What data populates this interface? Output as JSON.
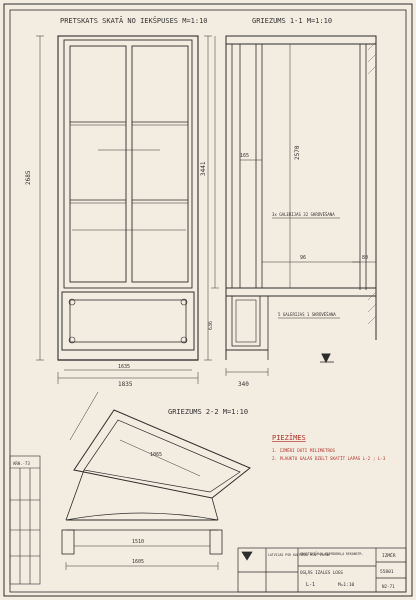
{
  "titles": {
    "elevation": "PRETSKATS SKATĀ NO IEKŠPUSES M=1:10",
    "section_1": "GRIEZUMS 1-1 M=1:10",
    "section_2": "GRIEZUMS 2-2 M=1:10"
  },
  "notes": {
    "heading": "PIEZĪMES",
    "line1": "1. IZMĒRI DOTI MILIMETROS",
    "line2": "2. PLAUKTU GALAS DZELT SKATĪT LAPAS L-2 ; L-3"
  },
  "callouts": {
    "c1": "3x GALERIJAS 32 SKRŪVĒŠANA",
    "c2": "5 GALERIJAS 1 SKRŪVĒŠANA"
  },
  "dims": {
    "width_total": "1835",
    "width_lower": "1635",
    "height_total": "3441",
    "height_upper": "2685",
    "height_panel": "636",
    "sect_height": "2570",
    "sect_w1": "340",
    "sect_w2": "96",
    "sect_w3": "165",
    "sect_w4": "80",
    "s2_a": "1065",
    "s2_b": "1605",
    "s2_c": "1510"
  },
  "stamp": {
    "org": "LATVIJAS PSR KULTŪRAS MIN. ZRPNB",
    "project": "ARHITEKTŪRAS PIEMINEKĻA REKONSTR.",
    "sheet_title": "OGĻĀS IZALES LOGS",
    "sheet_label": "L-1",
    "scale": "M=1:10",
    "page_tag": "IZMĒR",
    "page_no": "55801",
    "stage": "N2-71"
  },
  "side_stamp": {
    "label": "ARH.-73"
  }
}
